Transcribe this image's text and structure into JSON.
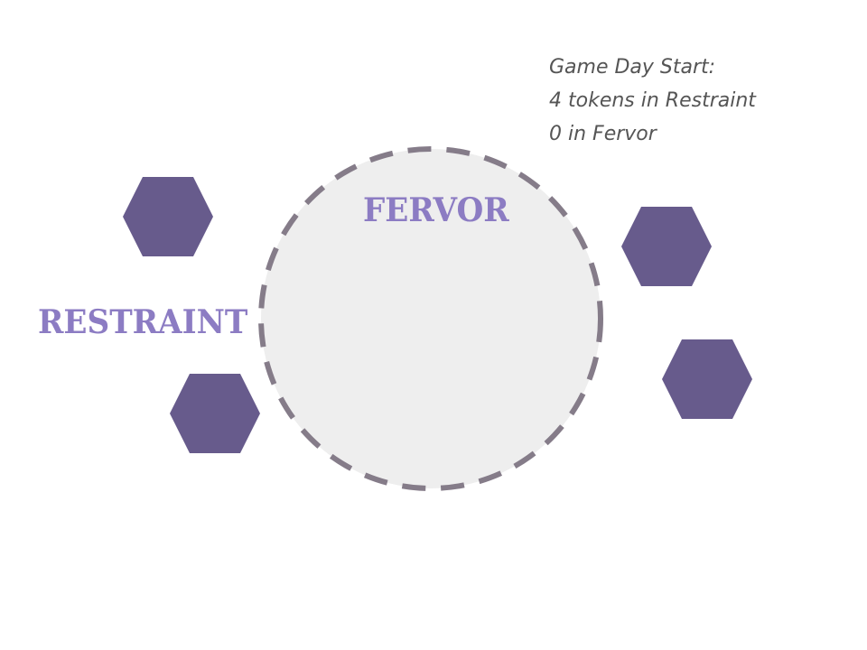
{
  "zones": {
    "fervor": "FERVOR",
    "restraint": "RESTRAINT"
  },
  "note": {
    "line1": "Game Day Start:",
    "line2": "4 tokens in Restraint",
    "line3": "0 in Fervor"
  },
  "tokens": {
    "restraint_count": 4,
    "fervor_count": 0
  },
  "colors": {
    "token": "#675b8c",
    "label": "#8c7cc3",
    "circle_fill": "#eeeeee",
    "circle_stroke": "#857c89"
  }
}
